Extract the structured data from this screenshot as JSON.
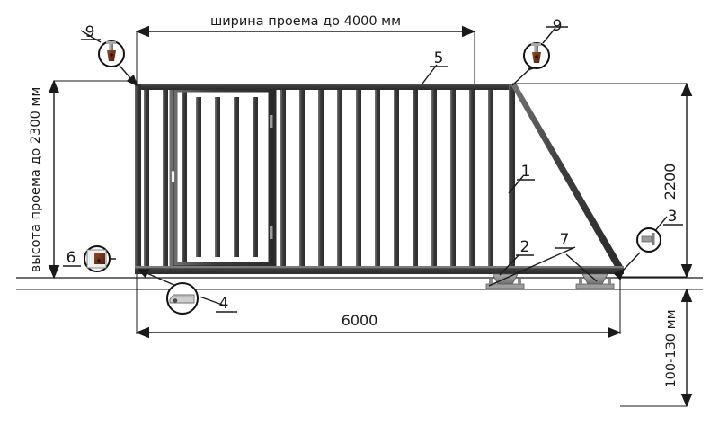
{
  "drawing": {
    "title_top": "ширина проема до 4000 мм",
    "label_left_vertical": "высота проема до 2300 мм",
    "dimensions": {
      "opening_width": "ширина проема до 4000 мм",
      "opening_height": "высота проема до 2300 мм",
      "gate_height": "2200",
      "gate_length": "6000",
      "ground_clearance": "100-130 мм"
    },
    "callouts": [
      {
        "id": "1",
        "number": "1",
        "name": "frame-post-callout"
      },
      {
        "id": "2",
        "number": "2",
        "name": "roller-support-callout"
      },
      {
        "id": "3",
        "number": "3",
        "name": "end-roller-callout"
      },
      {
        "id": "4",
        "number": "4",
        "name": "roller-bearing-callout"
      },
      {
        "id": "5",
        "number": "5",
        "name": "top-rail-callout"
      },
      {
        "id": "6",
        "number": "6",
        "name": "receiver-plate-callout"
      },
      {
        "id": "7",
        "number": "7",
        "name": "base-plate-callout"
      },
      {
        "id": "9a",
        "number": "9",
        "name": "top-catcher-left-callout"
      },
      {
        "id": "9b",
        "number": "9",
        "name": "top-catcher-right-callout"
      }
    ],
    "colors": {
      "metal_dark": "#3b3b3b",
      "metal_mid": "#555555",
      "metal_light": "#8a8a8a",
      "line": "#1a1a1a",
      "rust": "#7a3b22",
      "bg": "#ffffff"
    }
  }
}
